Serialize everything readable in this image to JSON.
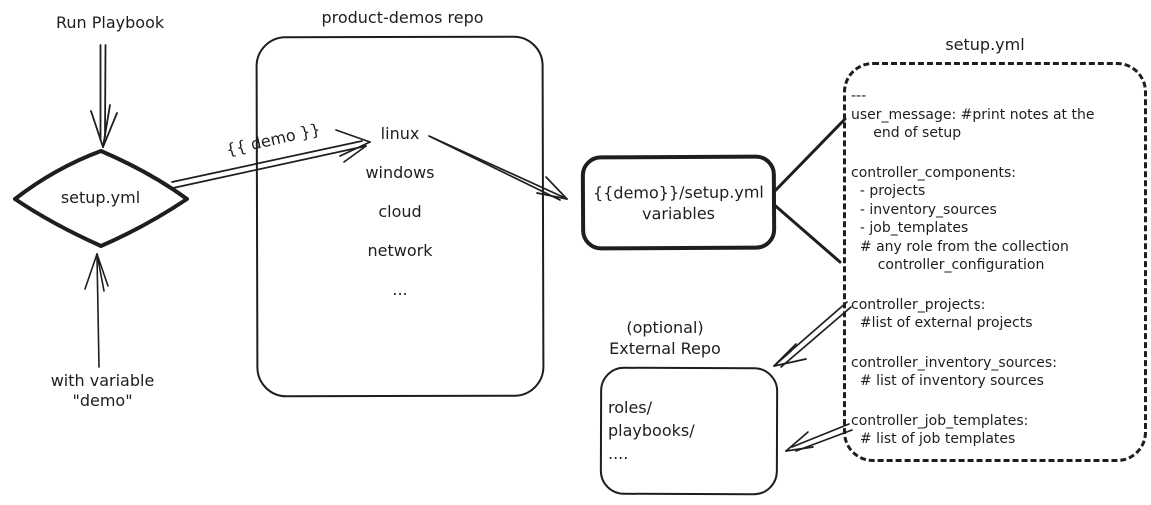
{
  "palette": {
    "ink": "#1e1e1e",
    "bg": "#ffffff"
  },
  "trigger": {
    "run_label": "Run Playbook",
    "diamond_label": "setup.yml",
    "variable_note_line1": "with variable",
    "variable_note_line2": "\"demo\"",
    "edge_label": "{{ demo }}"
  },
  "repo": {
    "title": "product-demos repo",
    "items": [
      "linux",
      "windows",
      "cloud",
      "network",
      "..."
    ]
  },
  "variables_box": {
    "line1": "{{demo}}/setup.yml",
    "line2": "variables"
  },
  "setup_file": {
    "title": "setup.yml",
    "lines": [
      "---",
      "user_message: #print notes at the",
      "     end of setup",
      "controller_components:",
      "  - projects",
      "  - inventory_sources",
      "  - job_templates",
      "  # any role from the collection",
      "      controller_configuration",
      "controller_projects:",
      "  #list of external projects",
      "controller_inventory_sources:",
      "  # list of inventory sources",
      "controller_job_templates:",
      "  # list of job templates"
    ]
  },
  "external_repo": {
    "note": "(optional)",
    "title": "External Repo",
    "items": [
      "roles/",
      "playbooks/",
      "...."
    ]
  }
}
